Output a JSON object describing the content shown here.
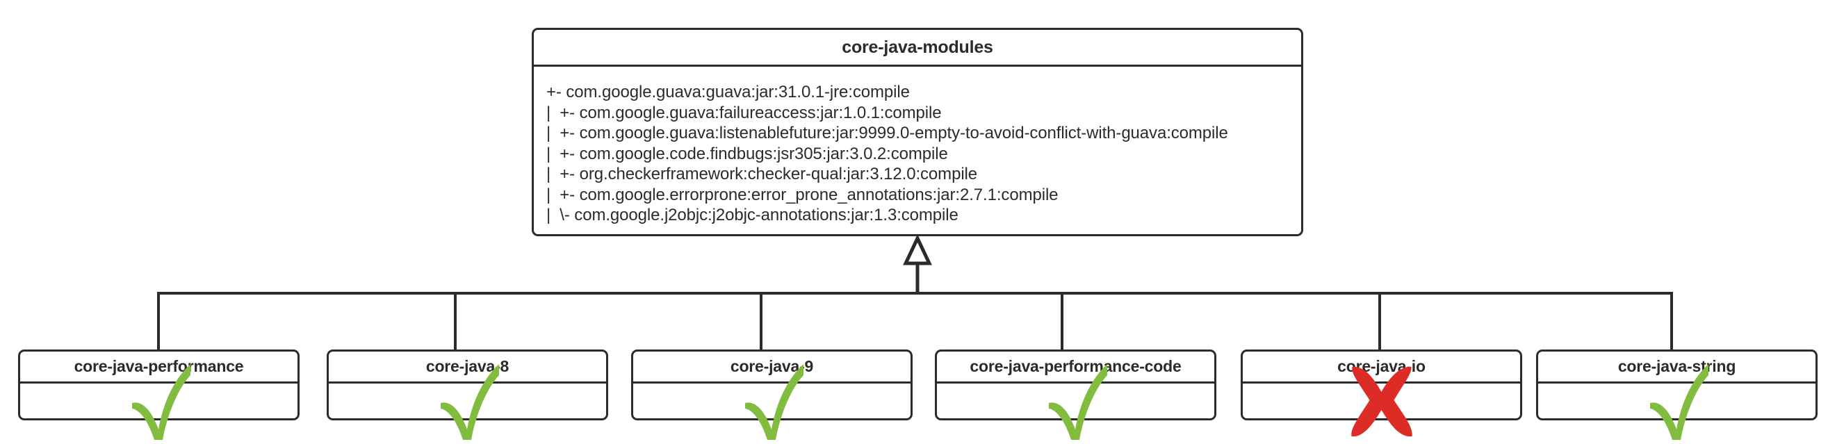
{
  "diagram": {
    "root": {
      "title": "core-java-modules",
      "dependencies": [
        "+- com.google.guava:guava:jar:31.0.1-jre:compile",
        "|  +- com.google.guava:failureaccess:jar:1.0.1:compile",
        "|  +- com.google.guava:listenablefuture:jar:9999.0-empty-to-avoid-conflict-with-guava:compile",
        "|  +- com.google.code.findbugs:jsr305:jar:3.0.2:compile",
        "|  +- org.checkerframework:checker-qual:jar:3.12.0:compile",
        "|  +- com.google.errorprone:error_prone_annotations:jar:2.7.1:compile",
        "|  \\- com.google.j2objc:j2objc-annotations:jar:1.3:compile"
      ]
    },
    "children": [
      {
        "title": "core-java-performance",
        "status": "check",
        "status_icon": "check-icon"
      },
      {
        "title": "core-java-8",
        "status": "check",
        "status_icon": "check-icon"
      },
      {
        "title": "core-java-9",
        "status": "check",
        "status_icon": "check-icon"
      },
      {
        "title": "core-java-performance-code",
        "status": "check",
        "status_icon": "check-icon"
      },
      {
        "title": "core-java-io",
        "status": "cross",
        "status_icon": "cross-icon"
      },
      {
        "title": "core-java-string",
        "status": "check",
        "status_icon": "check-icon"
      }
    ],
    "connector": {
      "arrow_icon": "hollow-triangle-up-icon"
    },
    "colors": {
      "stroke": "#2b2b2b",
      "background": "#ffffff",
      "check_green": "#82bc3e",
      "cross_red": "#dd2b26"
    }
  }
}
